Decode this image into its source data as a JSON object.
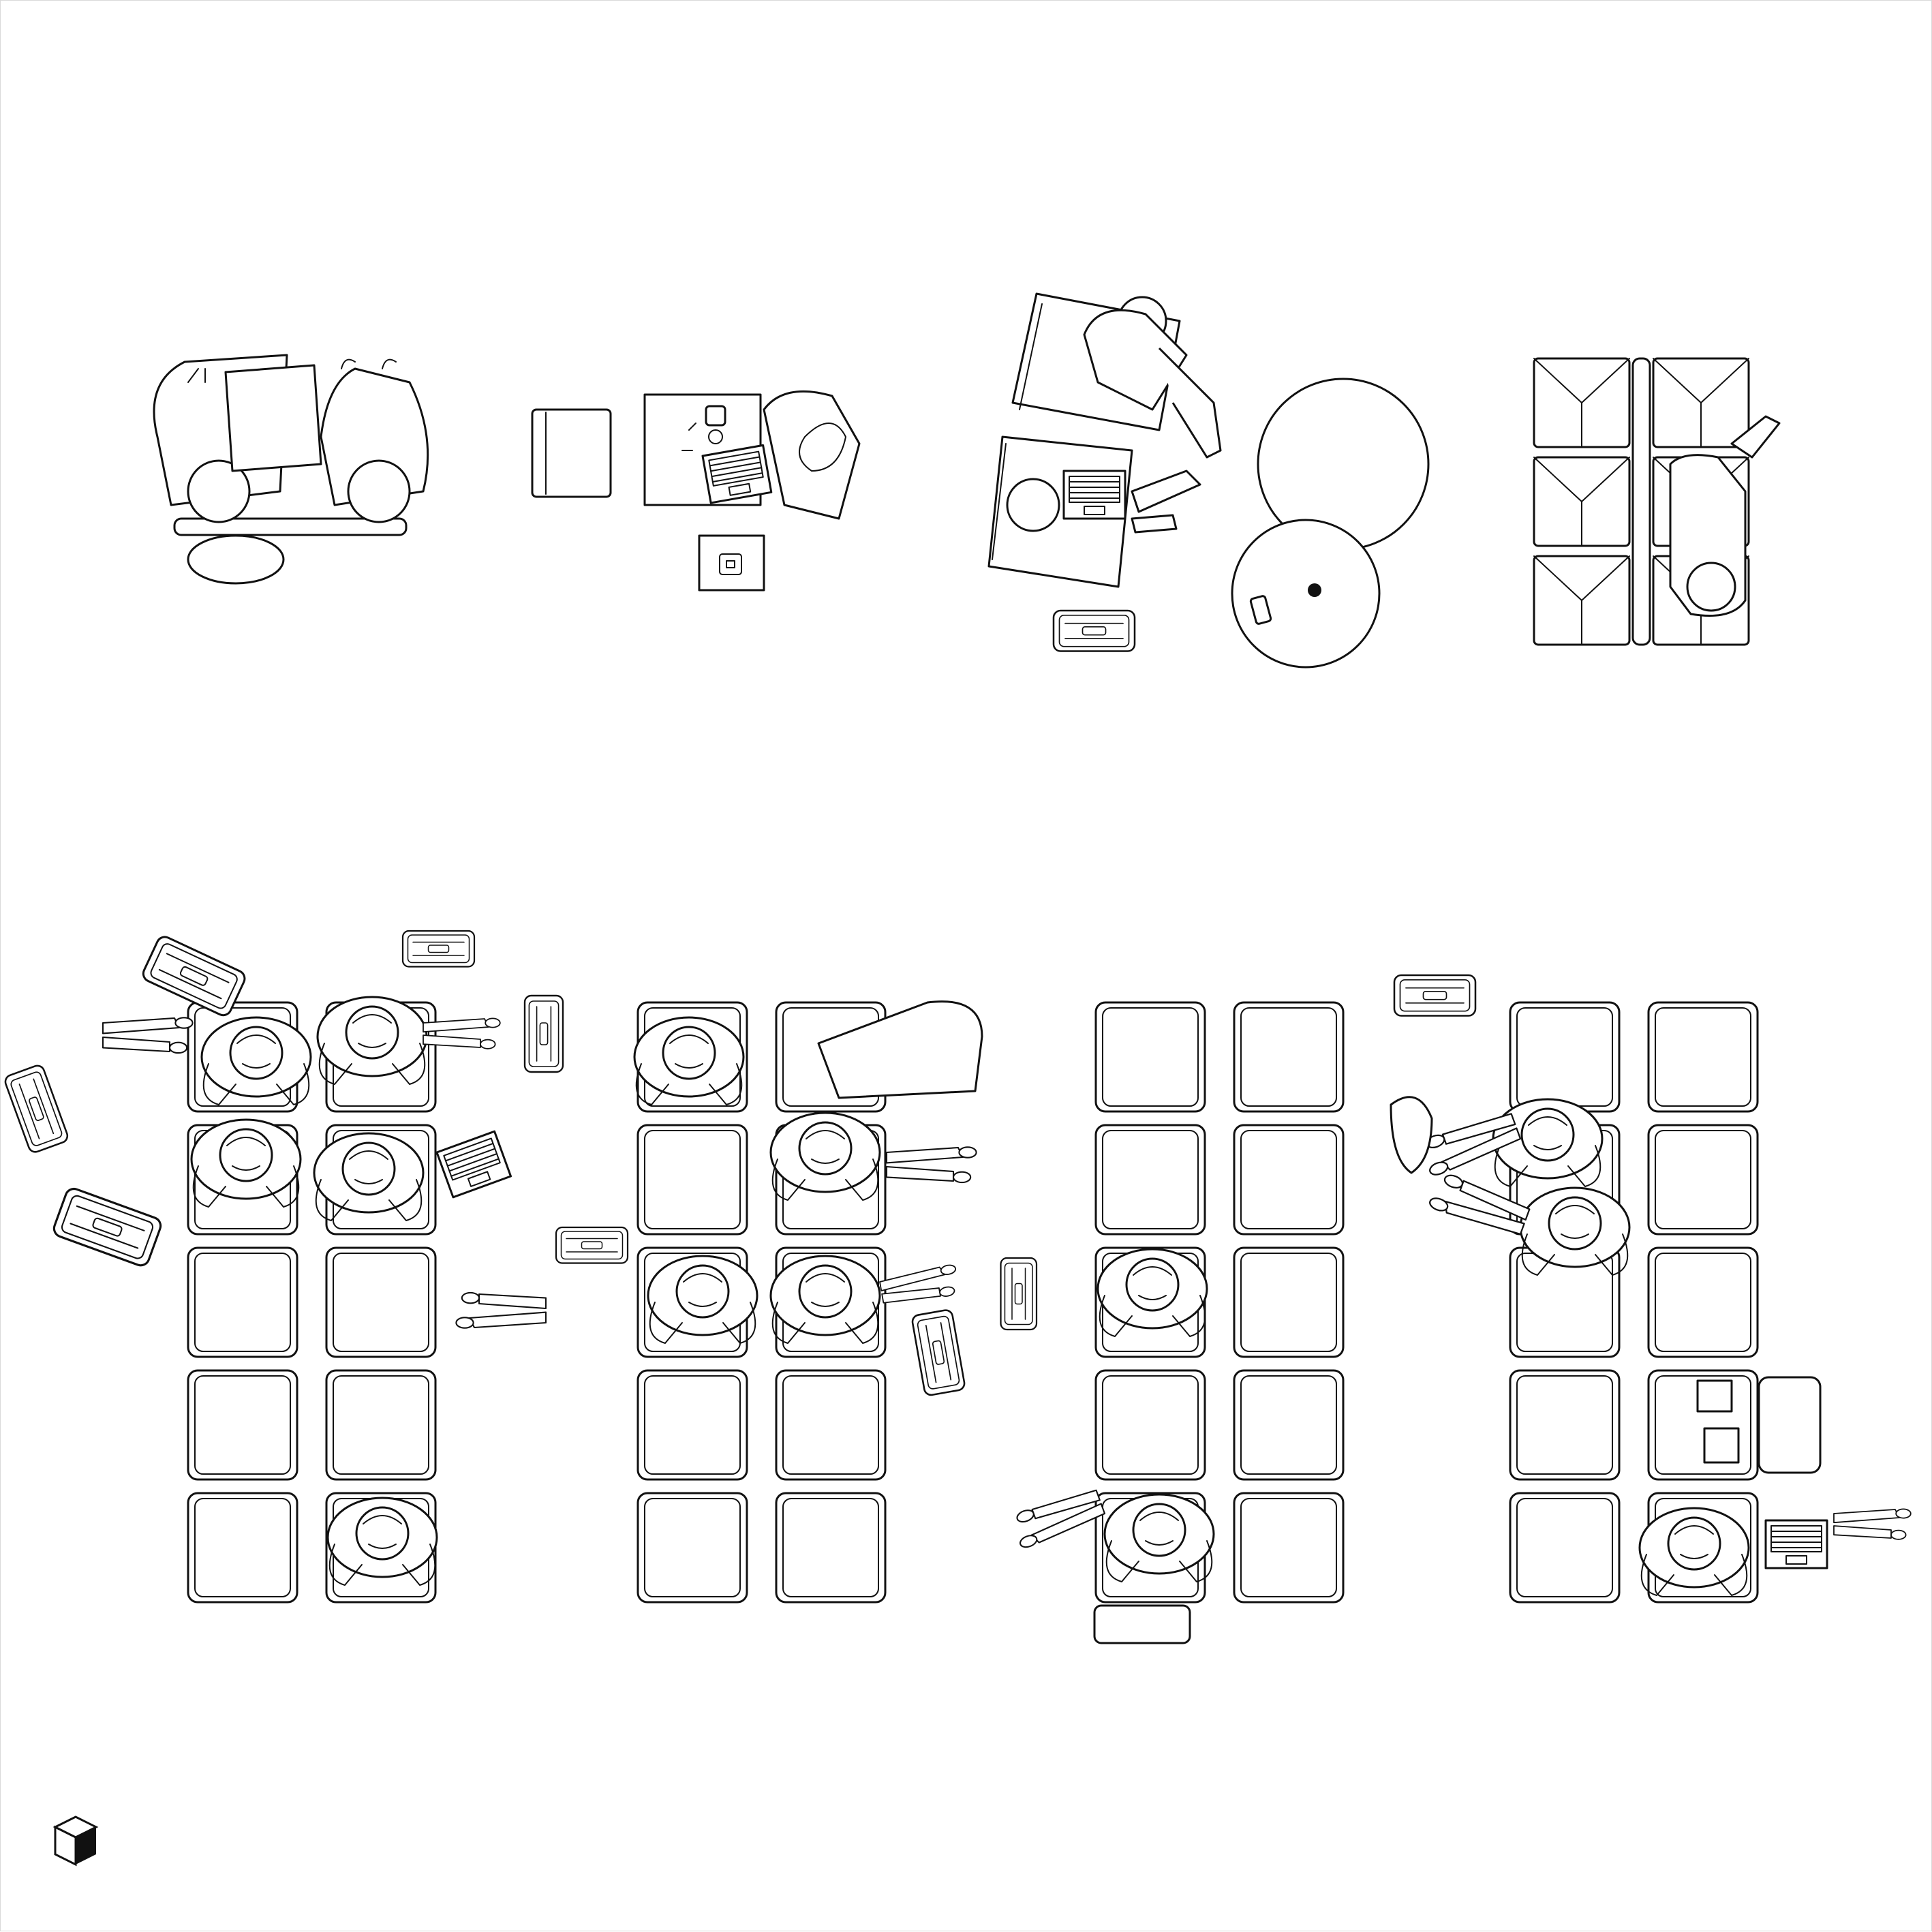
{
  "drawing": {
    "background": "#ffffff",
    "line_color": "#111111",
    "logo_icon": "isometric-cube-logo-icon"
  },
  "groups": [
    {
      "id": "sofa-pair-with-people"
    },
    {
      "id": "work-table-with-laptop"
    },
    {
      "id": "chairs-and-round-tables"
    },
    {
      "id": "lounge-seat-grid"
    },
    {
      "id": "waiting-bench-rows-1"
    },
    {
      "id": "waiting-bench-rows-2"
    },
    {
      "id": "waiting-bench-rows-3"
    },
    {
      "id": "waiting-bench-rows-4"
    }
  ]
}
